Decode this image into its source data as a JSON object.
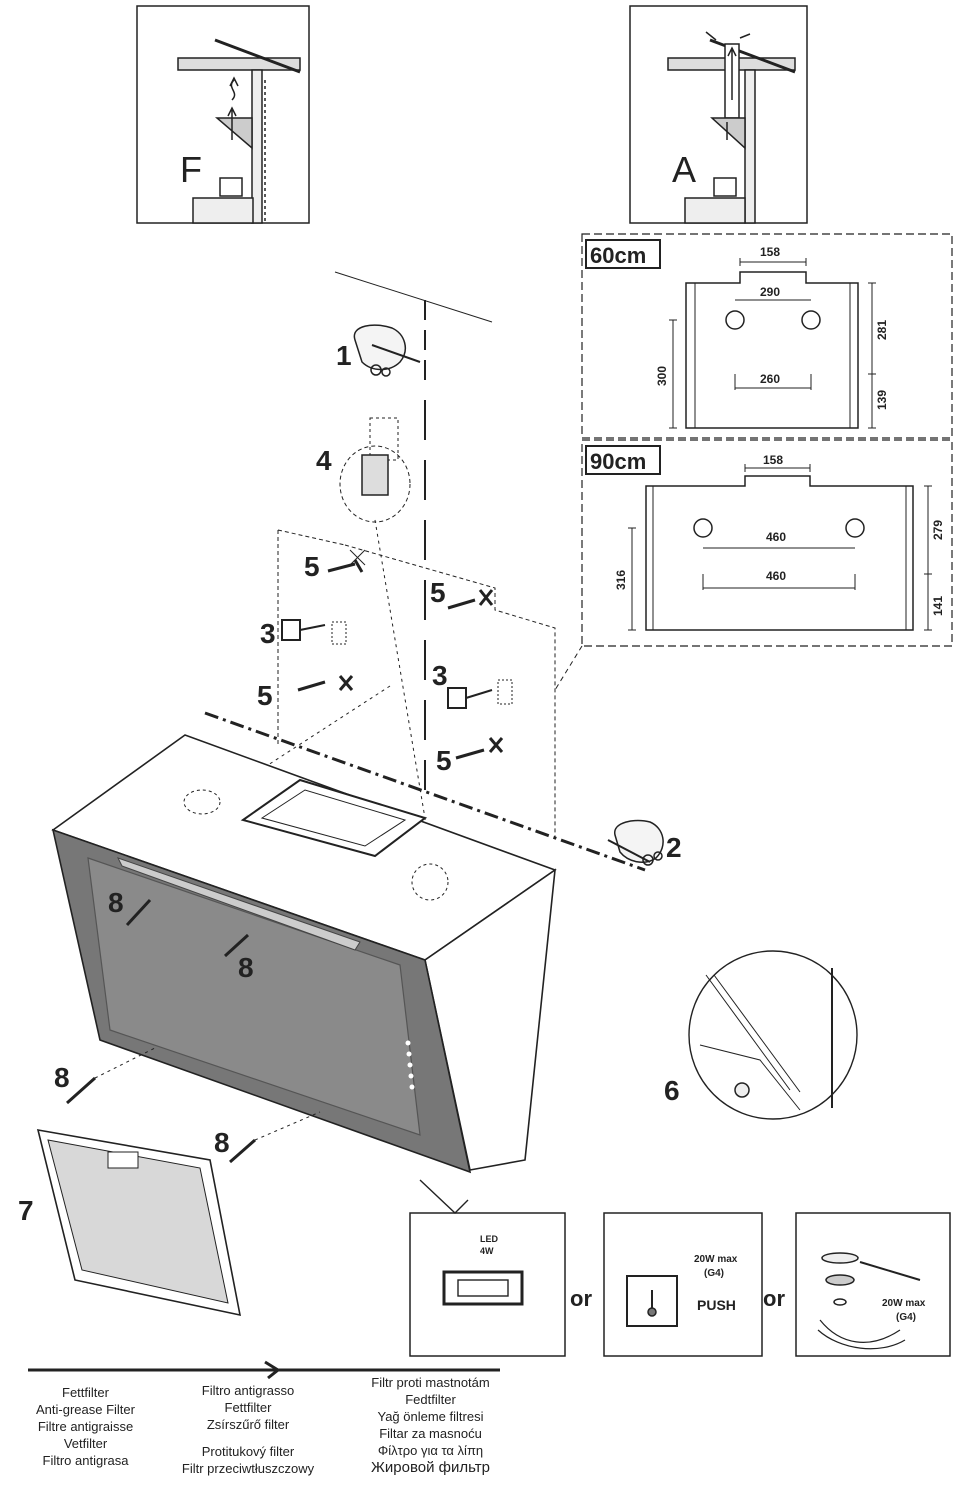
{
  "panels": {
    "f_label": "F",
    "a_label": "A"
  },
  "dims_60": {
    "title": "60cm",
    "d158": "158",
    "d290": "290",
    "d260": "260",
    "d300": "300",
    "d281": "281",
    "d139": "139"
  },
  "dims_90": {
    "title": "90cm",
    "d158": "158",
    "d460a": "460",
    "d460b": "460",
    "d316": "316",
    "d279": "279",
    "d141": "141"
  },
  "callouts": {
    "n1": "1",
    "n2": "2",
    "n3a": "3",
    "n3b": "3",
    "n4": "4",
    "n5a": "5",
    "n5b": "5",
    "n5c": "5",
    "n5d": "5",
    "n6": "6",
    "n7": "7",
    "n8a": "8",
    "n8b": "8",
    "n8c": "8",
    "n8d": "8"
  },
  "lighting": {
    "led_line1": "LED",
    "led_line2": "4W",
    "or1": "or",
    "or2": "or",
    "halogen_line1": "20W max",
    "halogen_line2": "(G4)",
    "push": "PUSH",
    "bulb_line1": "20W max",
    "bulb_line2": "(G4)"
  },
  "filter_legend": {
    "col1": [
      "Fettfilter",
      "Anti-grease Filter",
      "Filtre antigraisse",
      "Vetfilter",
      "Filtro antigrasa"
    ],
    "col2": [
      "Filtro antigrasso",
      "Fettfilter",
      "Zsírszűrő filter",
      "Protitukový filter",
      "Filtr przeciwtłuszczowy"
    ],
    "col3": [
      "Filtr proti mastnotám",
      "Fedtfilter",
      "Yağ önleme filtresi",
      "Filtar za masnoću",
      "Φίλτρο για τα λίπη",
      "Жировой фильтр"
    ]
  }
}
